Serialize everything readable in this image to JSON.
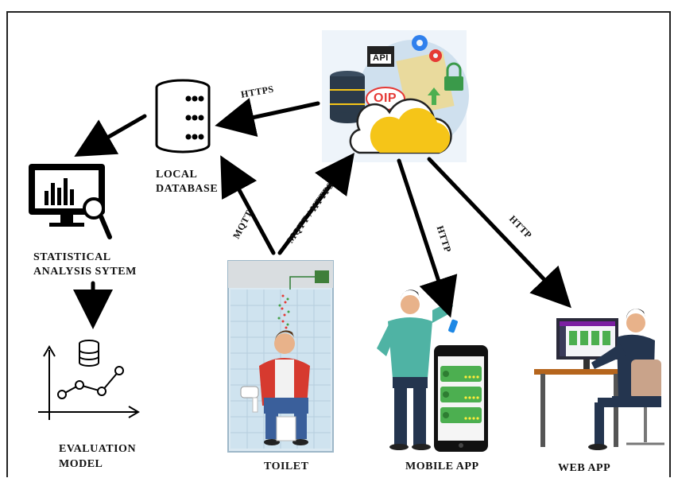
{
  "labels": {
    "local_db_line1": "LOCAL",
    "local_db_line2": "DATABASE",
    "stat_line1": "STATISTICAL",
    "stat_line2": "ANALYSIS SYTEM",
    "eval_line1": "EVALUATION",
    "eval_line2": "MODEL",
    "toilet": "TOILET",
    "mobile": "MOBILE APP",
    "web": "WEB APP"
  },
  "arrows": {
    "https_top": "HTTPS",
    "mqtt": "MQTT",
    "mqtt_https": "MQTT / HTTPS",
    "http_mobile": "HTTP",
    "http_web": "HTTP"
  },
  "logos": {
    "oip": "OIP",
    "api": "API"
  },
  "colors": {
    "cloud": "#f5c518",
    "db_dark": "#2b3a4a",
    "tile": "#dbe9f2",
    "shirt_red": "#d63a2f",
    "shirt_teal": "#4fb3a4",
    "shirt_navy": "#24354f",
    "app_green": "#4caf50"
  }
}
